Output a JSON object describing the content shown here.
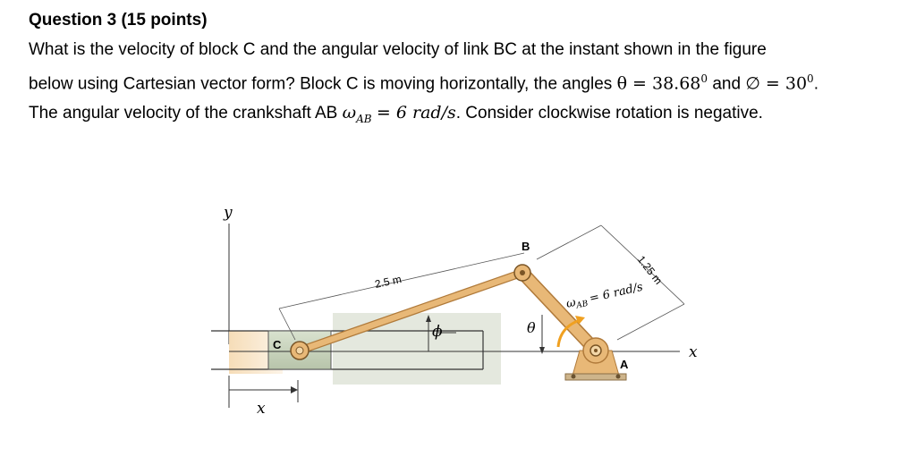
{
  "question": {
    "title": "Question 3 (15 points)",
    "line1": "What is the velocity of block C and the angular velocity of link BC at the instant shown in the figure",
    "line2_a": "below using Cartesian vector form? Block C is moving horizontally, the angles",
    "theta_eq": "θ = 38.68",
    "deg1": "0",
    "and": "and",
    "phi_eq": "∅ = 30",
    "deg2": "0",
    "period": ".",
    "line3_a": "The angular velocity of the crankshaft AB",
    "omega_eq": "ω",
    "omega_sub": "AB",
    "omega_val": "= 6 rad/s",
    "line3_b": ". Consider clockwise rotation is negative."
  },
  "figure": {
    "label_y": "y",
    "label_x_axis": "x",
    "label_x_dim": "x",
    "label_B": "B",
    "label_A": "A",
    "label_C": "C",
    "label_bc_length": "2.5 m",
    "label_ab_length": "1.25 m",
    "label_theta": "θ",
    "label_phi": "ϕ",
    "label_omega": "ω",
    "label_omega_sub": "AB",
    "label_omega_val": "= 6 rad/s"
  },
  "colors": {
    "link": "#e8b877",
    "link_edge": "#b07a3a",
    "block": "#cfd9c4",
    "guide_shade": "#f5d9b0",
    "arrow": "#f0a020"
  }
}
